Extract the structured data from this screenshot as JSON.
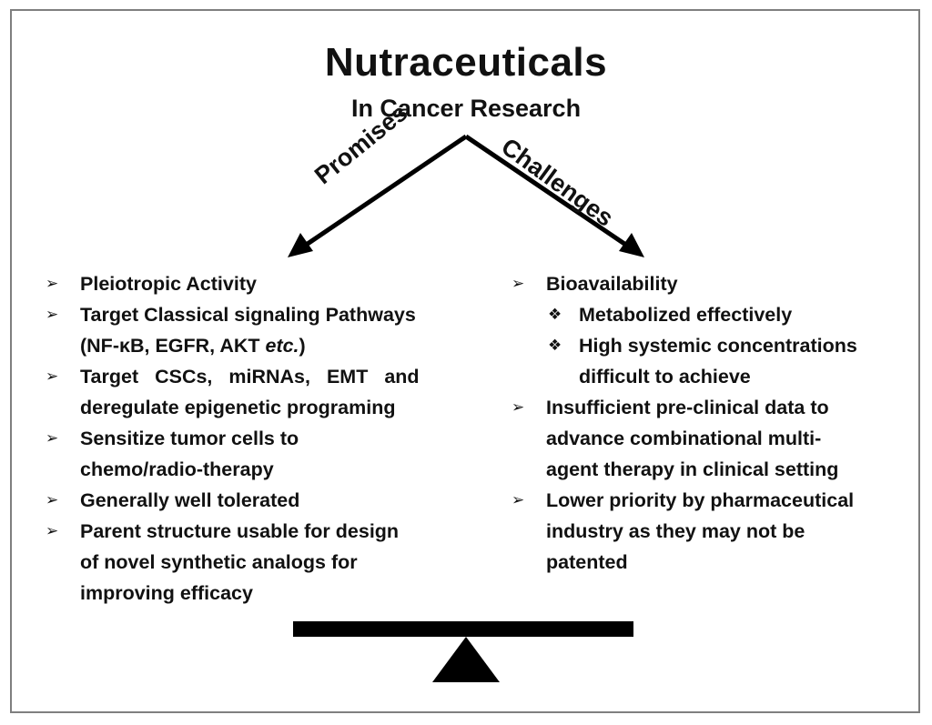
{
  "title": "Nutraceuticals",
  "subtitle": "In Cancer Research",
  "branches": {
    "left": "Promises",
    "right": "Challenges"
  },
  "promises": {
    "marker": "➢",
    "items": [
      {
        "text": "Pleiotropic Activity"
      },
      {
        "line1": "Target Classical signaling Pathways",
        "line2_pre": "(NF-κB, EGFR, AKT ",
        "line2_em": "etc.",
        "line2_post": ")"
      },
      {
        "line1": "Target CSCs, miRNAs, EMT and",
        "line2": "deregulate epigenetic programing"
      },
      {
        "line1": "Sensitize tumor cells to",
        "line2": "chemo/radio-therapy"
      },
      {
        "text": "Generally well tolerated"
      },
      {
        "line1": "Parent structure usable for design",
        "line2": "of novel synthetic analogs for",
        "line3": "improving efficacy"
      }
    ]
  },
  "challenges": {
    "marker": "➢",
    "sub_marker": "❖",
    "items": [
      {
        "text": "Bioavailability"
      },
      {
        "text": "Metabolized effectively"
      },
      {
        "line1": "High systemic concentrations",
        "line2": "difficult to achieve"
      },
      {
        "line1": "Insufficient pre-clinical data to",
        "line2": "advance combinational multi-",
        "line3": "agent therapy in clinical setting"
      },
      {
        "line1": "Lower priority by pharmaceutical",
        "line2": "industry as they may not be",
        "line3": "patented"
      }
    ]
  }
}
